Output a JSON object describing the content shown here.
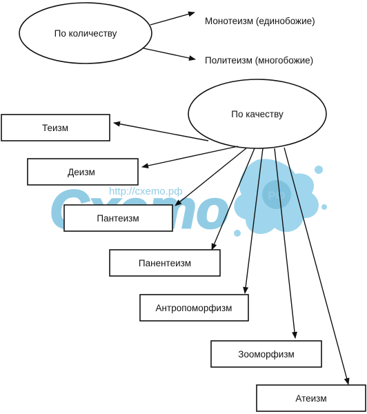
{
  "nodes": {
    "quantity": "По количеству",
    "quality": "По качеству",
    "monotheism": "Монотеизм (единобожие)",
    "polytheism": "Политеизм (многобожие)",
    "theism": "Теизм",
    "deism": "Деизм",
    "pantheism": "Пантеизм",
    "panentheism": "Панентеизм",
    "anthropomorphism": "Антропоморфизм",
    "zoomorphism": "Зооморфизм",
    "atheism": "Атеизм"
  },
  "watermark": {
    "url": "http://cxemo.рф",
    "logo_text": "Cxemo",
    "badge": "РФ",
    "color": "#7fc4e0"
  }
}
